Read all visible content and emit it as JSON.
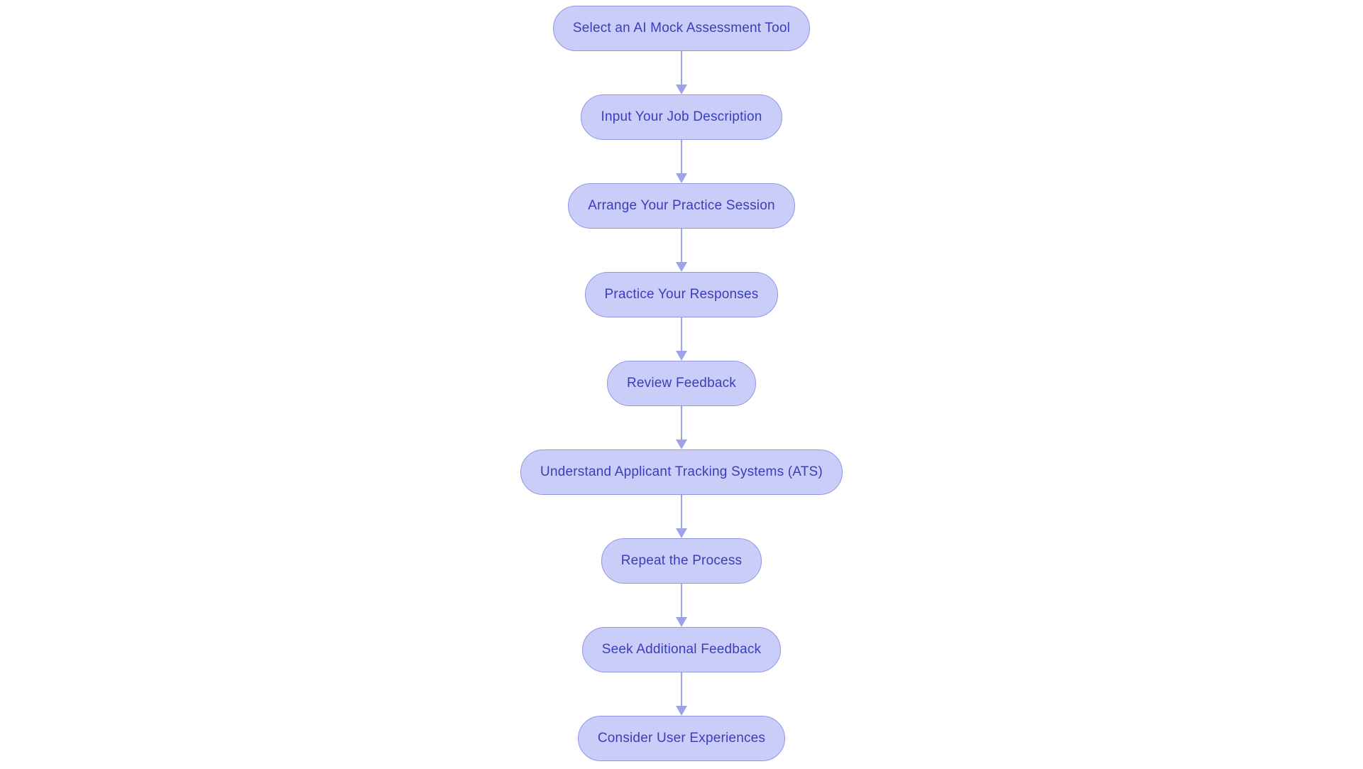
{
  "diagram": {
    "type": "flowchart",
    "direction": "top-down",
    "colors": {
      "background": "#ffffff",
      "node_fill": "#c9cdf8",
      "node_border": "#9198e3",
      "node_text": "#3a3eb8",
      "arrow": "#9ca3ea"
    },
    "nodes": [
      {
        "id": "n1",
        "label": "Select an AI Mock Assessment Tool"
      },
      {
        "id": "n2",
        "label": "Input Your Job Description"
      },
      {
        "id": "n3",
        "label": "Arrange Your Practice Session"
      },
      {
        "id": "n4",
        "label": "Practice Your Responses"
      },
      {
        "id": "n5",
        "label": "Review Feedback"
      },
      {
        "id": "n6",
        "label": "Understand Applicant Tracking Systems (ATS)"
      },
      {
        "id": "n7",
        "label": "Repeat the Process"
      },
      {
        "id": "n8",
        "label": "Seek Additional Feedback"
      },
      {
        "id": "n9",
        "label": "Consider User Experiences"
      }
    ],
    "edges": [
      {
        "from": "n1",
        "to": "n2"
      },
      {
        "from": "n2",
        "to": "n3"
      },
      {
        "from": "n3",
        "to": "n4"
      },
      {
        "from": "n4",
        "to": "n5"
      },
      {
        "from": "n5",
        "to": "n6"
      },
      {
        "from": "n6",
        "to": "n7"
      },
      {
        "from": "n7",
        "to": "n8"
      },
      {
        "from": "n8",
        "to": "n9"
      }
    ]
  }
}
